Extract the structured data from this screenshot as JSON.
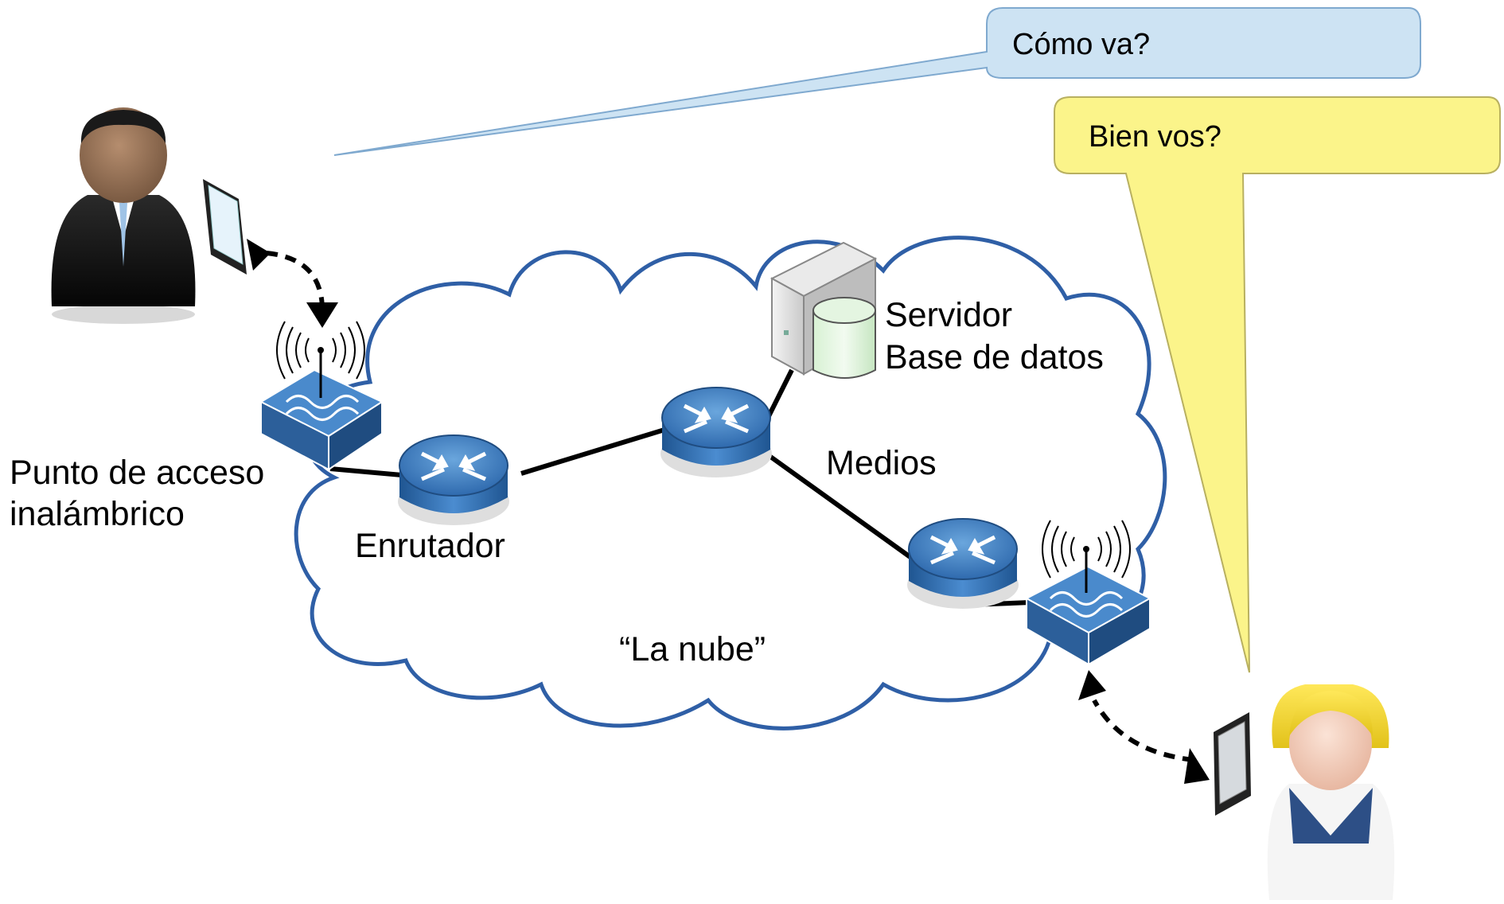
{
  "bubbles": {
    "top": "Cómo va?",
    "bottom": "Bien vos?"
  },
  "labels": {
    "access_point_line1": "Punto de acceso",
    "access_point_line2": "inalámbrico",
    "router": "Enrutador",
    "server_line1": "Servidor",
    "server_line2": "Base de datos",
    "media": "Medios",
    "cloud": "“La nube”"
  },
  "colors": {
    "cloud_stroke": "#2f5fa6",
    "bubble_blue": "#cde3f3",
    "bubble_yellow": "#fbf48a",
    "router_blue": "#3d7cc0",
    "link": "#000000"
  },
  "icons": {
    "man": "man-user-icon",
    "woman": "woman-user-icon",
    "tablet": "tablet-icon",
    "access_point": "wireless-access-point-icon",
    "router": "router-icon",
    "server": "database-server-icon"
  }
}
